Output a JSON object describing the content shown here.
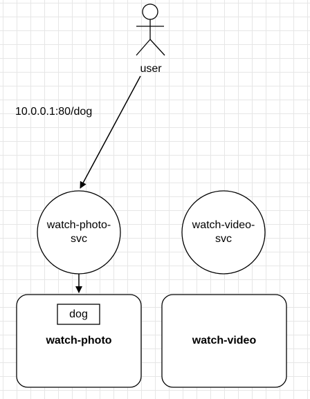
{
  "actor": {
    "label": "user"
  },
  "edges": [
    {
      "from": "user",
      "to": "watch-photo-svc",
      "label": "10.0.0.1:80/dog"
    },
    {
      "from": "watch-photo-svc",
      "to": "watch-photo",
      "label": ""
    }
  ],
  "services": {
    "photo": {
      "line1": "watch-photo-",
      "line2": "svc"
    },
    "video": {
      "line1": "watch-video-",
      "line2": "svc"
    }
  },
  "deployments": {
    "photo": {
      "title": "watch-photo",
      "tag": "dog"
    },
    "video": {
      "title": "watch-video"
    }
  },
  "colors": {
    "stroke": "#000000",
    "fill": "#ffffff",
    "grid": "#e6e6e6"
  }
}
